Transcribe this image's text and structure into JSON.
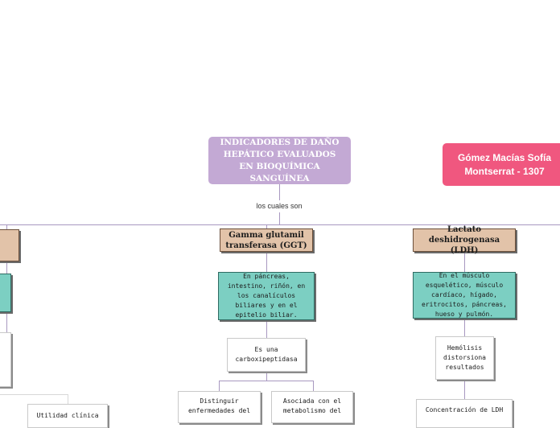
{
  "title": "INDICADORES DE DAÑO HEPÁTICO EVALUADOS EN BIOQUÍMICA SANGUÍNEA",
  "author": "Gómez Macías Sofía Montserrat - 1307",
  "connector_label": "los cuales son",
  "branches": {
    "ggt": {
      "title": "Gamma glutamil transferasa (GGT)",
      "location": "En páncreas, intestino, riñón, en los canalículos biliares y en el epitelio biliar.",
      "carboxy": "Es una carboxipeptidasa",
      "child_left": "Distinguir enfermedades del",
      "child_right": "Asociada con el metabolismo del"
    },
    "ldh": {
      "title": "Lactato deshidrogenasa (LDH)",
      "location": "En el músculo esquelético, músculo cardíaco, hígado, eritrocitos, páncreas, hueso y pulmón.",
      "hemolysis": "Hemólisis distorsiona resultados",
      "concentration": "Concentración de LDH"
    },
    "left": {
      "child": "Utilidad clínica"
    }
  },
  "colors": {
    "title_bg": "#c3a9d4",
    "author_bg": "#f0577f",
    "node_tan": "#e2c3a9",
    "node_teal": "#7ccfc2",
    "connector": "#a898c0"
  }
}
